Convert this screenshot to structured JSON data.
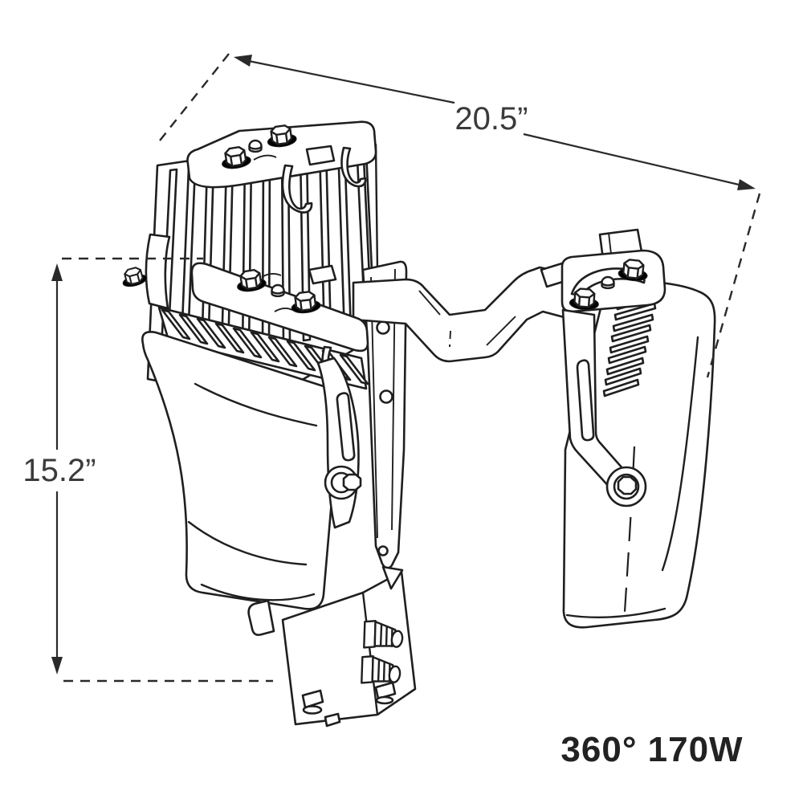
{
  "meta": {
    "background": "#ffffff",
    "line_color": "#1f1f1f",
    "dim_line_color": "#2a2a2a",
    "dim_text_color": "#3b3b3b",
    "label_text_color": "#222222"
  },
  "dimensions": {
    "width": {
      "text": "20.5”"
    },
    "height": {
      "text": "15.2”"
    }
  },
  "product": {
    "spec": "360° 170W"
  }
}
